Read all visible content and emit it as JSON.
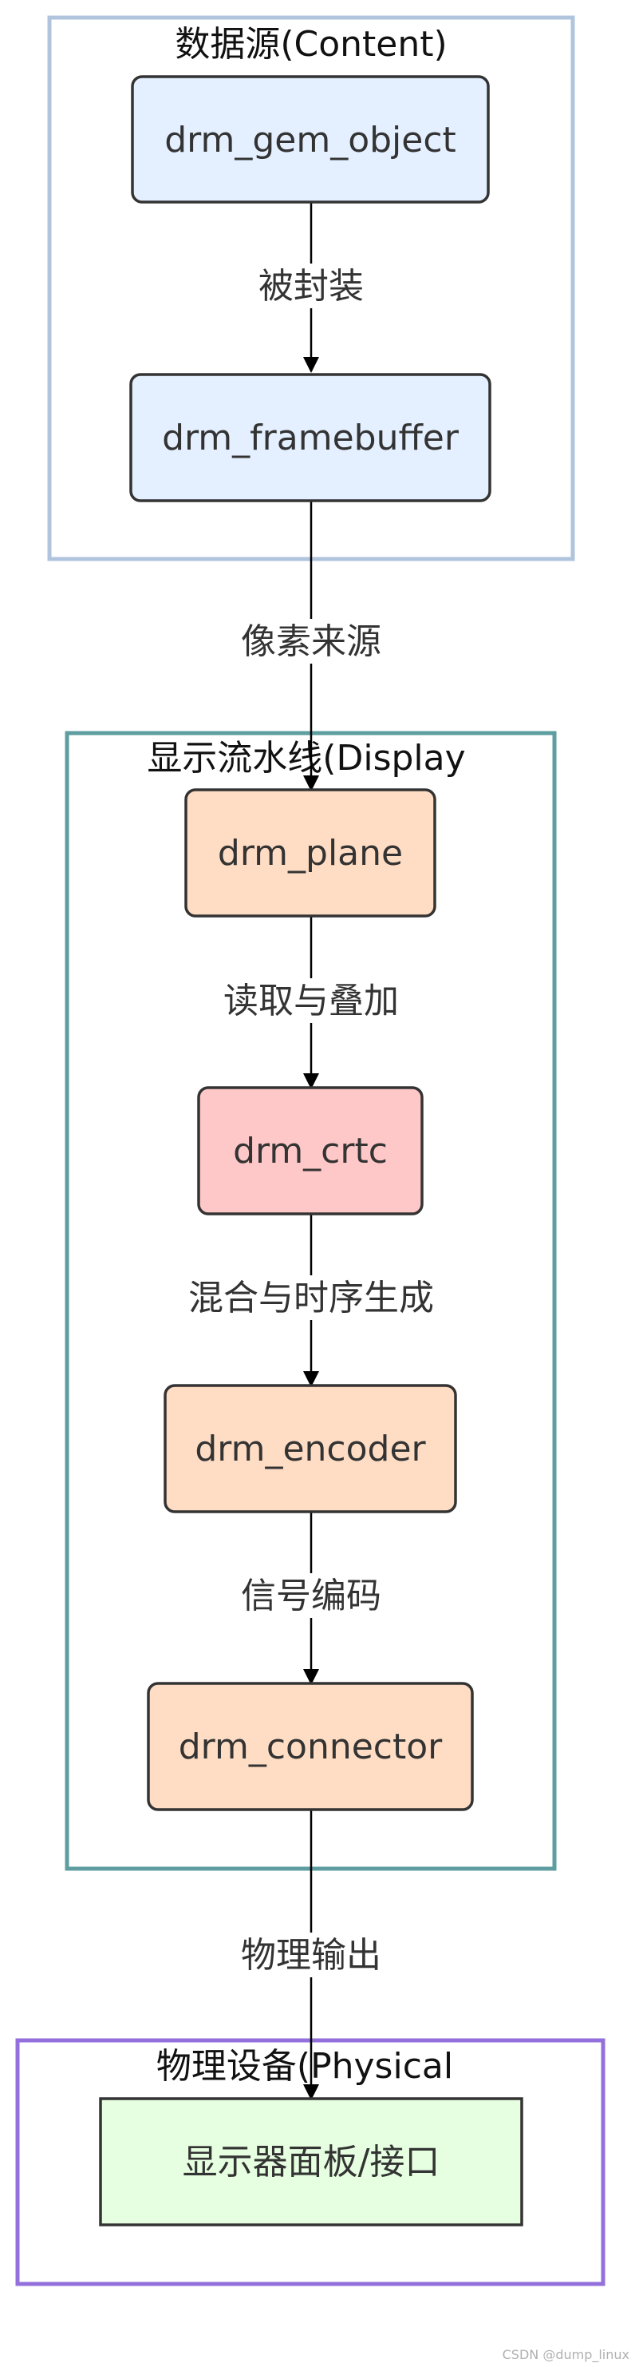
{
  "clusters": {
    "content": {
      "title": "数据源(Content)",
      "color": "#b0c4de"
    },
    "display": {
      "title": "显示流水线(Display",
      "color": "#5f9ea0"
    },
    "physical": {
      "title": "物理设备(Physical",
      "color": "#9370db"
    }
  },
  "nodes": {
    "gem": {
      "label": "drm_gem_object",
      "fill": "#e4f0ff"
    },
    "fb": {
      "label": "drm_framebuffer",
      "fill": "#e4f0ff"
    },
    "plane": {
      "label": "drm_plane",
      "fill": "#ffddc4"
    },
    "crtc": {
      "label": "drm_crtc",
      "fill": "#ffc8c8"
    },
    "encoder": {
      "label": "drm_encoder",
      "fill": "#ffddc4"
    },
    "connector": {
      "label": "drm_connector",
      "fill": "#ffddc4"
    },
    "panel": {
      "label": "显示器面板/接口",
      "fill": "#e6ffe0"
    }
  },
  "edges": {
    "gem_fb": {
      "label": "被封装"
    },
    "fb_plane": {
      "label": "像素来源"
    },
    "plane_crtc": {
      "label": "读取与叠加"
    },
    "crtc_encoder": {
      "label": "混合与时序生成"
    },
    "encoder_connector": {
      "label": "信号编码"
    },
    "connector_panel": {
      "label": "物理输出"
    }
  },
  "watermark": "CSDN @dump_linux"
}
